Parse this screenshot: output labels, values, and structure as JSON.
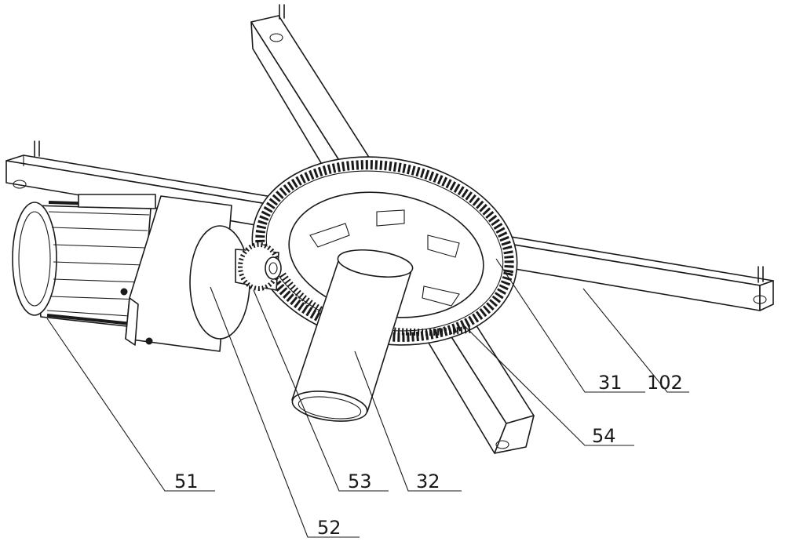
{
  "labels": {
    "l31": "31",
    "l102": "102",
    "l54": "54",
    "l32": "32",
    "l53": "53",
    "l51": "51",
    "l52": "52"
  }
}
